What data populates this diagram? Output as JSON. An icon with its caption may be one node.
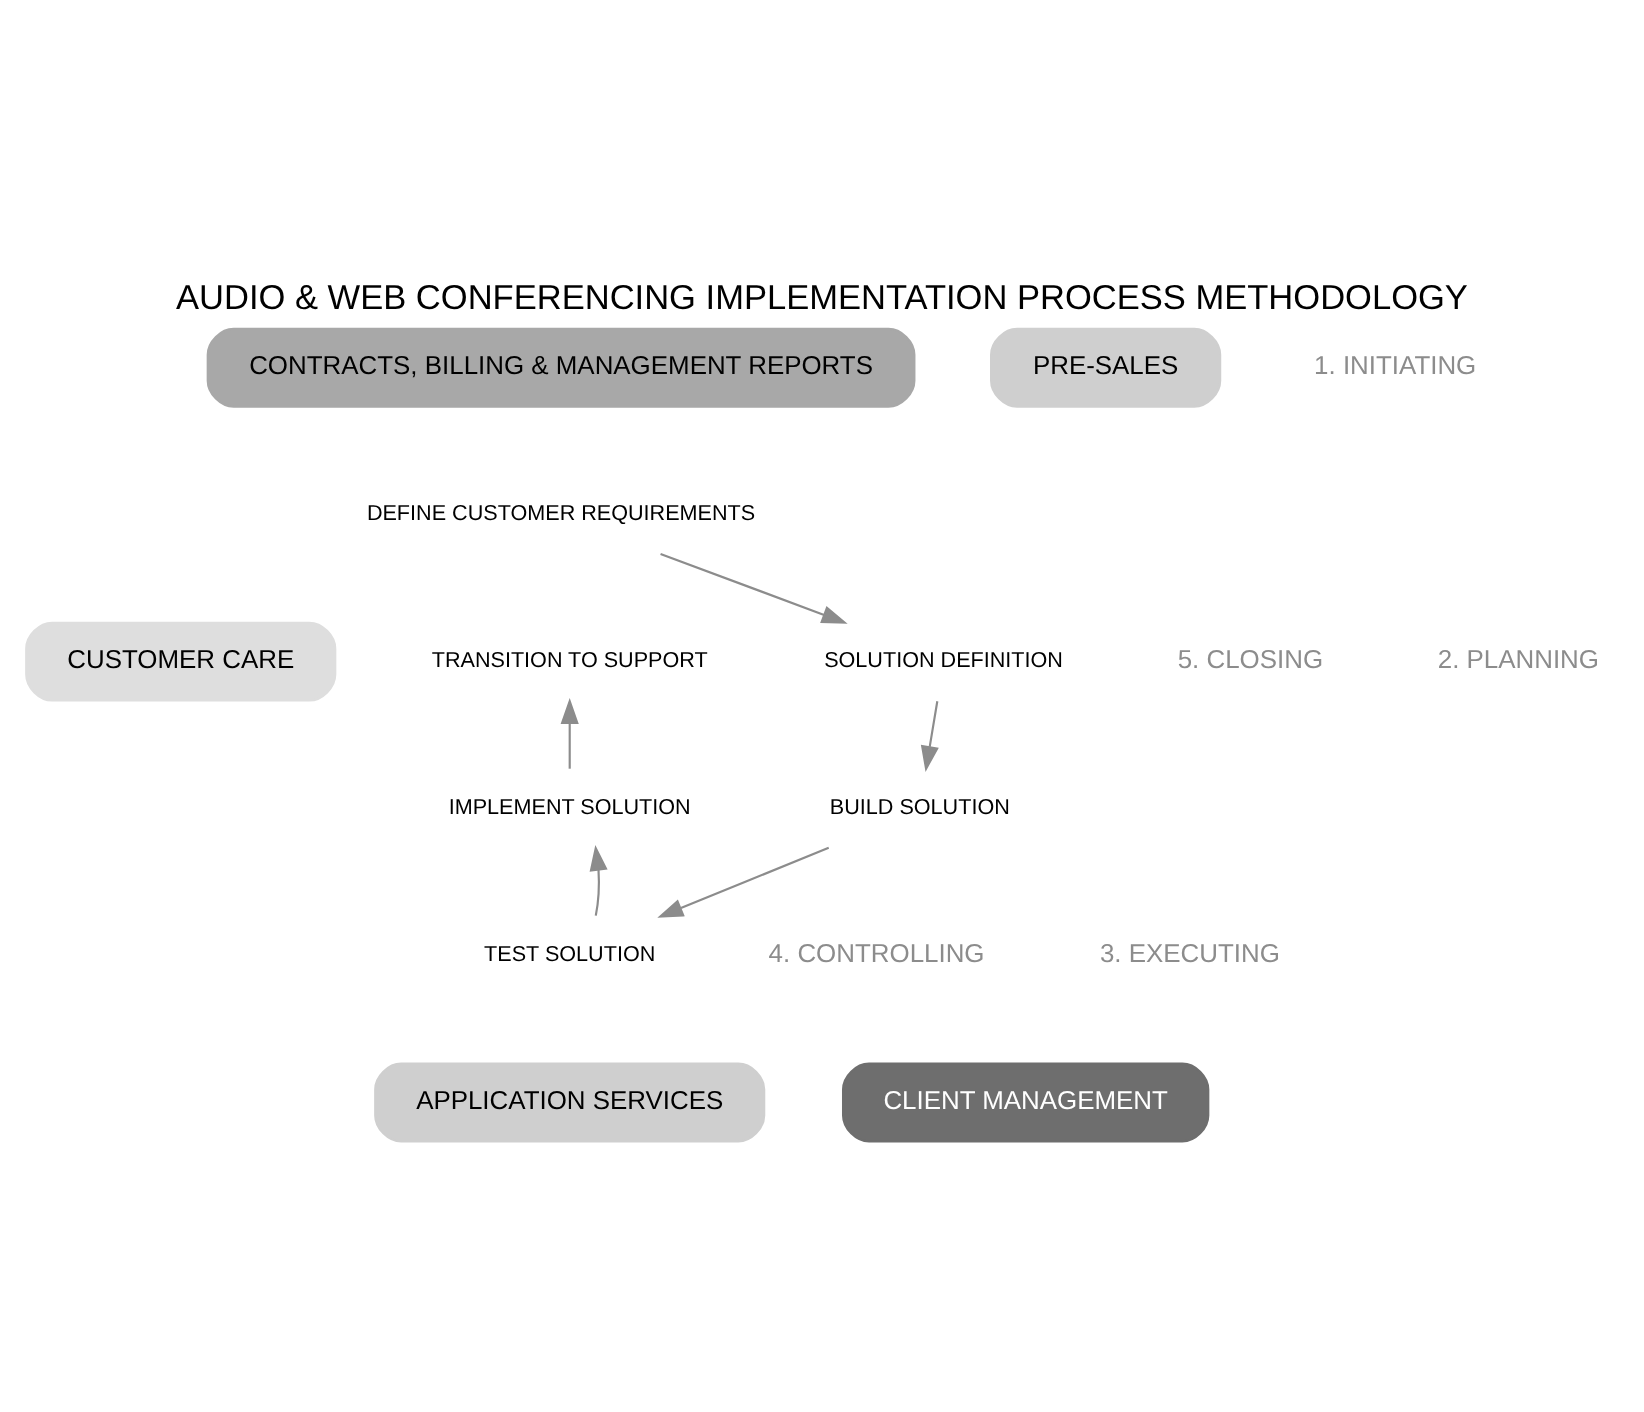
{
  "diagram": {
    "title": "AUDIO & WEB CONFERENCING IMPLEMENTATION PROCESS METHODOLOGY",
    "nodes": [
      {
        "text": [
          "CONTRACTS, BILLING & MANAGEMENT REPORTS"
        ]
      },
      {
        "text": [
          "PRE-SALES"
        ]
      },
      {
        "text": [
          "CUSTOMER CARE"
        ]
      },
      {
        "text": [
          "DEFINE CUSTOMER REQUIREMENTS"
        ]
      },
      {
        "text": [
          "TRANSITION TO SUPPORT"
        ]
      },
      {
        "text": [
          "SOLUTION DEFINITION"
        ]
      },
      {
        "text": [
          "IMPLEMENT SOLUTION"
        ]
      },
      {
        "text": [
          "BUILD SOLUTION"
        ]
      },
      {
        "text": [
          "TEST SOLUTION"
        ]
      },
      {
        "text": [
          "APPLICATION SERVICES"
        ]
      },
      {
        "text": [
          "CLIENT MANAGEMENT"
        ]
      }
    ],
    "edges": [
      {
        "from": 3,
        "to": 5,
        "arrow": "to"
      },
      {
        "from": 5,
        "to": 7,
        "arrow": "to"
      },
      {
        "from": 7,
        "to": 8,
        "arrow": "to"
      },
      {
        "from": 8,
        "to": 6,
        "arrow": "to"
      },
      {
        "from": 6,
        "to": 4,
        "arrow": "to"
      }
    ],
    "labels": [
      "1. INITIATING",
      "5. CLOSING",
      "2. PLANNING",
      "4. CONTROLLING",
      "3. EXECUTING"
    ]
  }
}
